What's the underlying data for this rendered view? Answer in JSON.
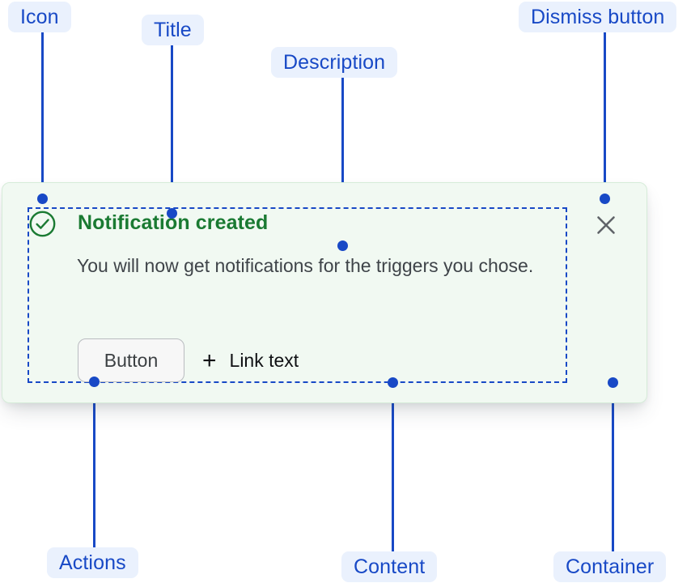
{
  "notification": {
    "title": "Notification created",
    "description": "You will now get notifications for the triggers you chose.",
    "icon": "check-circle-icon",
    "dismiss_icon": "close-icon",
    "actions": {
      "button_label": "Button",
      "link_label": "Link text",
      "link_icon": "plus-icon"
    },
    "colors": {
      "background": "#f1f9f2",
      "border": "#d6ecd9",
      "title": "#1a7a32",
      "icon": "#1a7a32",
      "description": "#3f4449",
      "dismiss": "#5f6368",
      "button_face": "#f7f7f7",
      "button_border": "#b9bcc0"
    }
  },
  "annotations": {
    "accent": "#1849c6",
    "chip_background": "#eaf1fd",
    "items": [
      {
        "label": "Icon"
      },
      {
        "label": "Title"
      },
      {
        "label": "Description"
      },
      {
        "label": "Dismiss button"
      },
      {
        "label": "Actions"
      },
      {
        "label": "Content"
      },
      {
        "label": "Container"
      }
    ]
  }
}
